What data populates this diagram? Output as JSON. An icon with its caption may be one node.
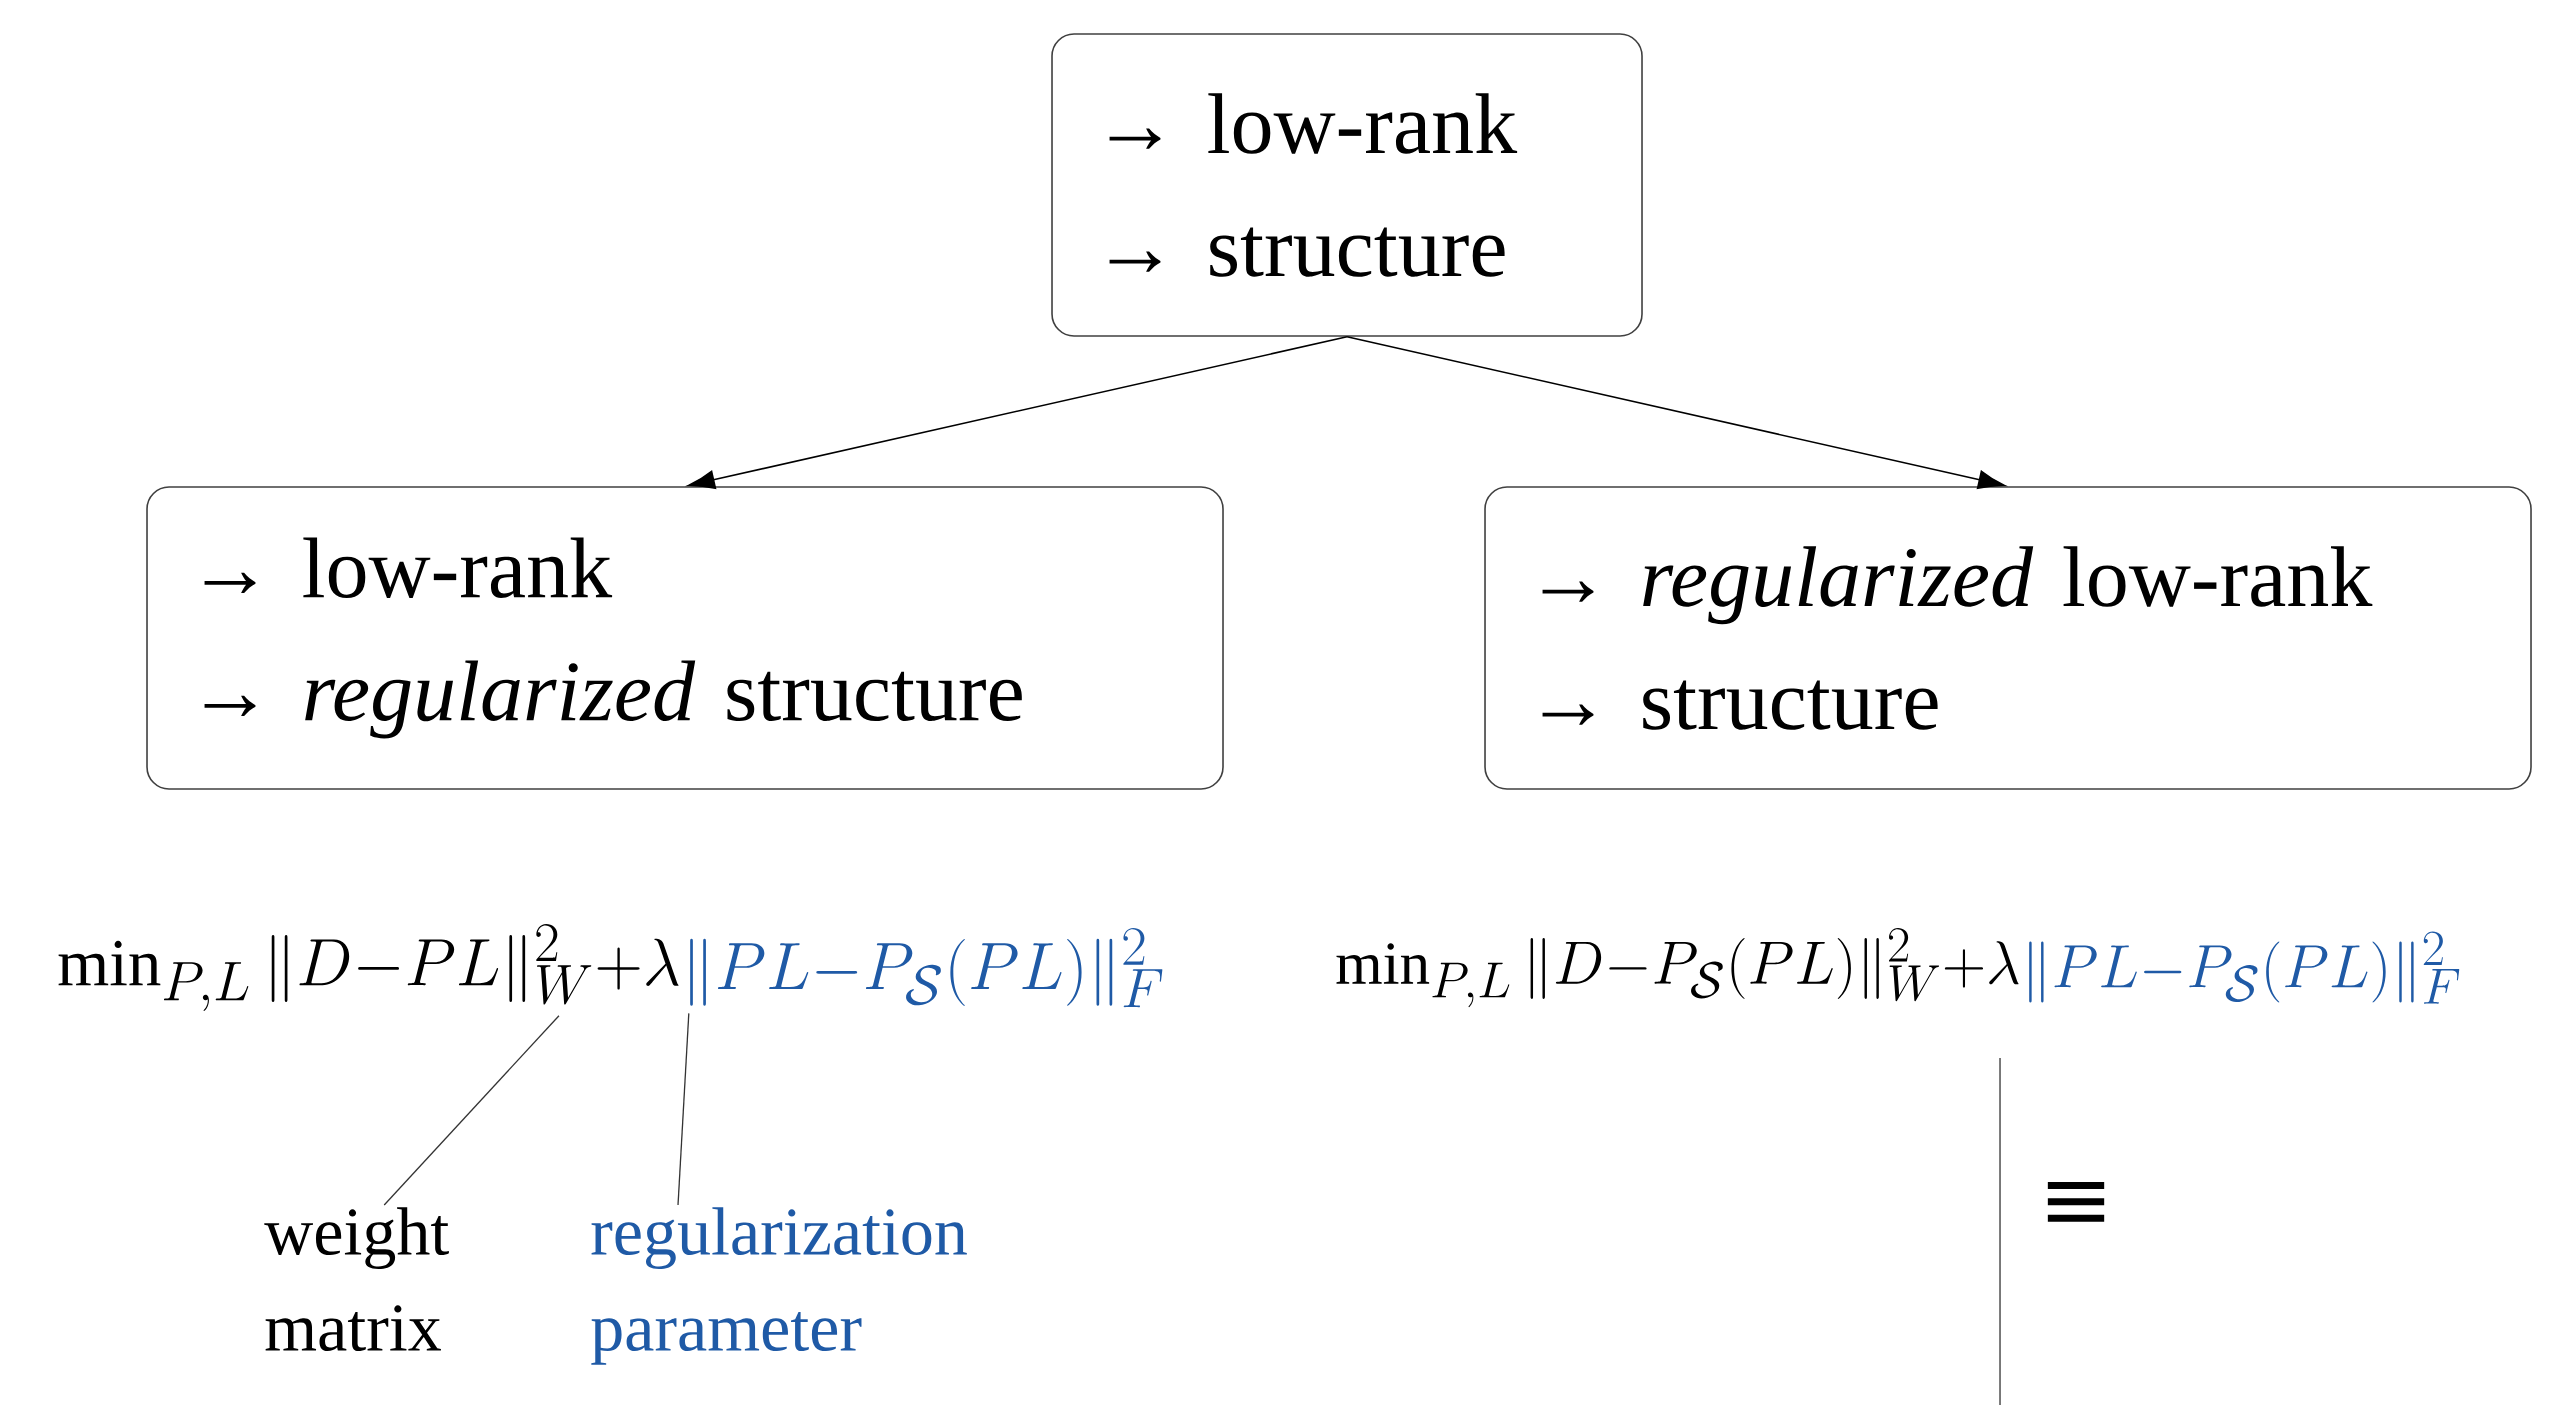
{
  "diagram": {
    "nodes": [
      {
        "text": [
          "→ low-rank",
          "→ structure"
        ]
      },
      {
        "text": [
          "→ low-rank",
          "→ *regularized* structure"
        ]
      },
      {
        "text": [
          "→ *regularized* low-rank",
          "→ structure"
        ]
      },
      {
        "text": [
          "\\min_{P,L}\\|D{-}PL\\|^2_W{+}\\lambda"
        ]
      },
      {
        "text": [
          "\\|PL{-}P_{\\mathcal{S}}(PL)\\|^2_F"
        ]
      },
      {
        "text": [
          "\\min_{P,L}\\|D{-}P_{\\mathcal{S}}(PL)\\|^2_W{+}\\lambda"
        ]
      },
      {
        "text": [
          "\\|PL{-}P_{\\mathcal{S}}(PL)\\|^2_F"
        ]
      },
      {
        "text": [
          "weight matrix"
        ]
      },
      {
        "text": [
          "regularization parameter"
        ]
      }
    ],
    "edges": [
      {
        "from": 0,
        "to": 1,
        "arrow": "to"
      },
      {
        "from": 0,
        "to": 2,
        "arrow": "to"
      },
      {
        "from": 7,
        "to": 3,
        "arrow": "none"
      },
      {
        "from": 8,
        "to": 4,
        "arrow": "none"
      }
    ],
    "labels": [
      "≡"
    ]
  }
}
